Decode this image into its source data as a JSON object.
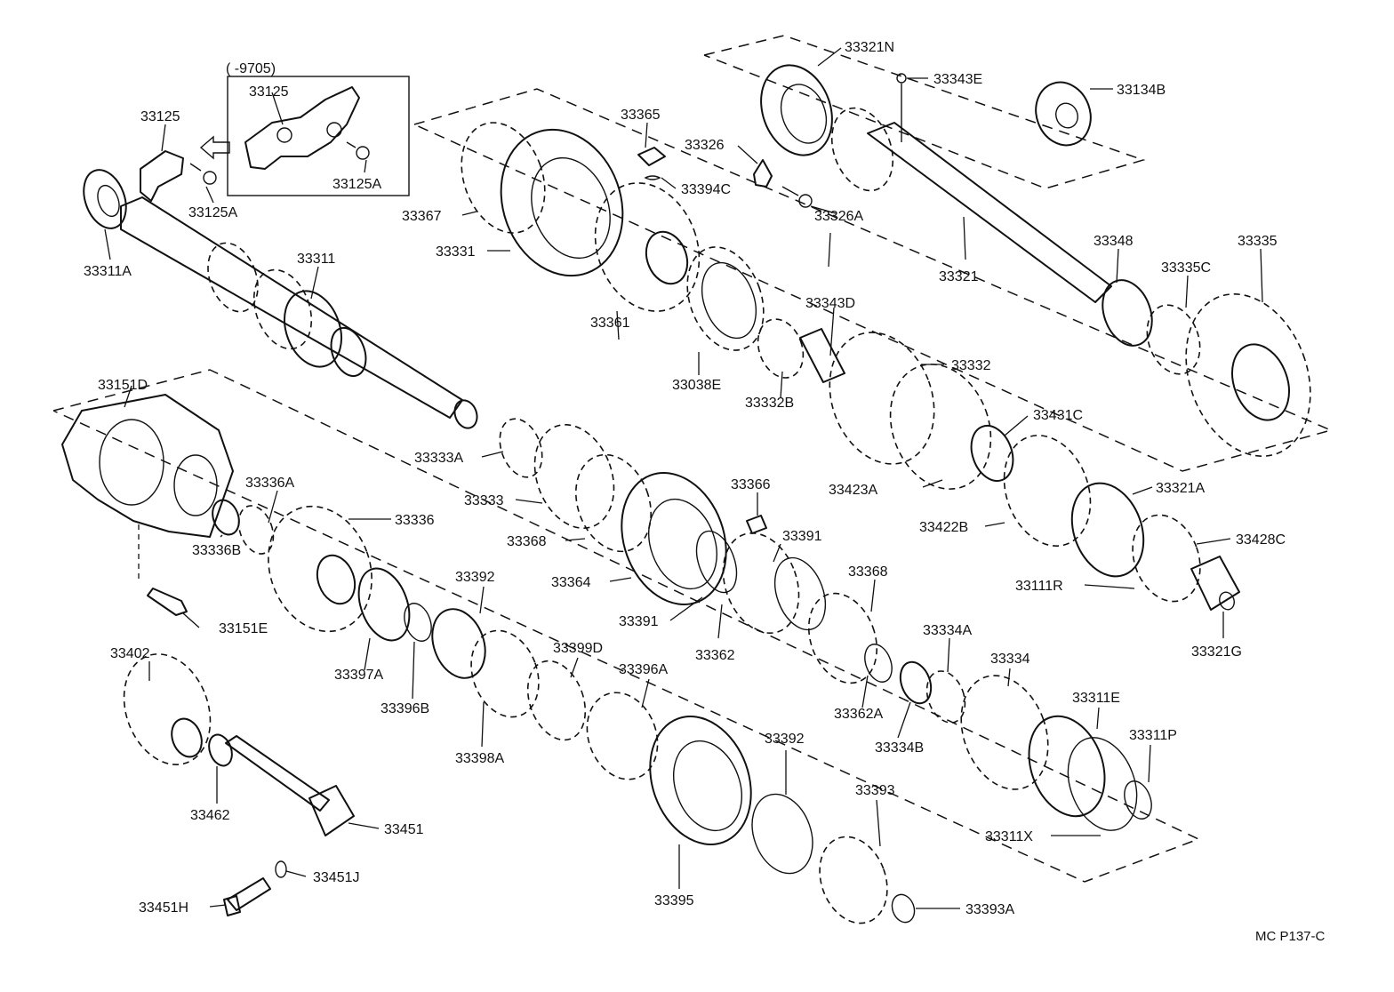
{
  "figure_code": "MC P137-C",
  "inset_note": "(      -9705)",
  "labels": {
    "p33321N": "33321N",
    "p33343E": "33343E",
    "p33134B": "33134B",
    "p33125_inset": "33125",
    "p33125A_inset": "33125A",
    "p33125s": "33125",
    "p33125A": "33125A",
    "p33311A": "33311A",
    "p33311": "33311",
    "p33365": "33365",
    "p33394C": "33394C",
    "p33326": "33326",
    "p33326A": "33326A",
    "p33367": "33367",
    "p33331": "33331",
    "p33361": "33361",
    "p33038E": "33038E",
    "p33343D": "33343D",
    "p33332": "33332",
    "p33332B": "33332B",
    "p33321": "33321",
    "p33348": "33348",
    "p33335C": "33335C",
    "p33335": "33335",
    "p33151D": "33151D",
    "p33336A": "33336A",
    "p33336": "33336",
    "p33336B": "33336B",
    "p33151E": "33151E",
    "p33333A": "33333A",
    "p33333": "33333",
    "p33368a": "33368",
    "p33364": "33364",
    "p33366": "33366",
    "p33391a": "33391",
    "p33391b": "33391",
    "p33362": "33362",
    "p33368b": "33368",
    "p33362A": "33362A",
    "p33431C": "33431C",
    "p33423A": "33423A",
    "p33321A": "33321A",
    "p33422B": "33422B",
    "p33428C": "33428C",
    "p33111R": "33111R",
    "p33321G": "33321G",
    "p33392a": "33392",
    "p33397A": "33397A",
    "p33396B": "33396B",
    "p33398A": "33398A",
    "p33399D": "33399D",
    "p33396A": "33396A",
    "p33392b": "33392",
    "p33395": "33395",
    "p33393": "33393",
    "p33393A": "33393A",
    "p33334A": "33334A",
    "p33334": "33334",
    "p33334B": "33334B",
    "p33311E": "33311E",
    "p33311P": "33311P",
    "p33311X": "33311X",
    "p33402": "33402",
    "p33462": "33462",
    "p33451": "33451",
    "p33451J": "33451J",
    "p33451H": "33451H"
  }
}
